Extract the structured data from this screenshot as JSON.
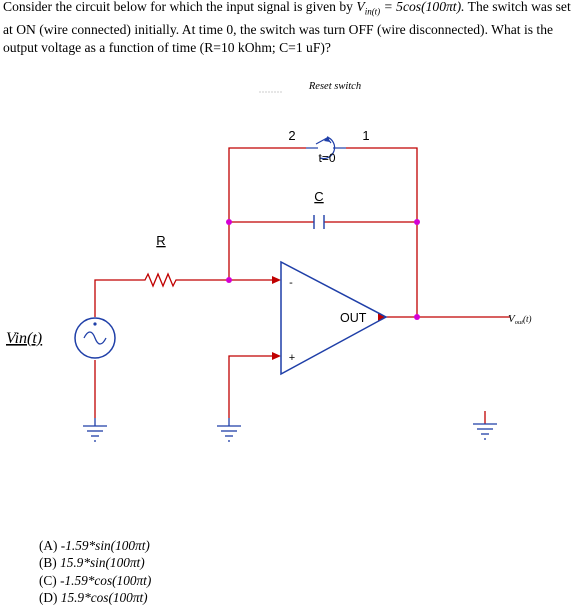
{
  "question": {
    "part1": "Consider the circuit below for which the input signal is given by ",
    "vin_symbol": "V",
    "vin_sub": "in(t)",
    "equation": " = 5cos(100πt).",
    "part2": " The switch was set at ON (wire connected) initially. At time 0, the switch was turn OFF (wire disconnected). What is the output voltage as a function of time (R=10 kOhm; C=1 uF)?"
  },
  "circuit": {
    "reset_switch_label": "Reset switch",
    "switch_pin_2": "2",
    "switch_pin_1": "1",
    "switch_time": "t=0",
    "capacitor_label": "C",
    "resistor_label": "R",
    "opamp_minus": "-",
    "opamp_plus": "+",
    "opamp_out": "OUT",
    "vin_label": "Vin(t)",
    "vout_symbol": "V",
    "vout_sub": "out",
    "vout_arg": "(t)",
    "wire_color": "#c00000",
    "node_color": "#d400d4",
    "opamp_color": "#1f3fa8",
    "source_color": "#1f3fa8"
  },
  "choices": [
    {
      "letter": "(A) ",
      "answer": "-1.59*sin(100πt)"
    },
    {
      "letter": "(B) ",
      "answer": "15.9*sin(100πt)"
    },
    {
      "letter": "(C) ",
      "answer": "-1.59*cos(100πt)"
    },
    {
      "letter": "(D) ",
      "answer": "15.9*cos(100πt)"
    }
  ]
}
